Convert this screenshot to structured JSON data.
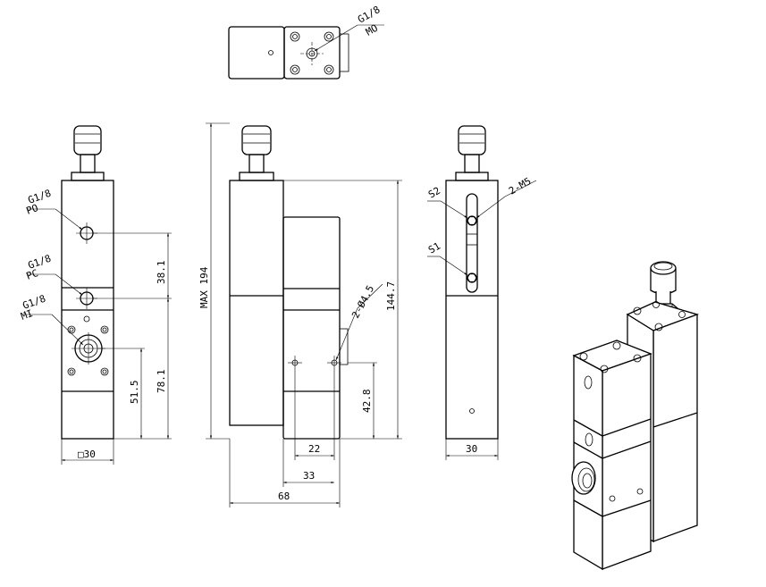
{
  "labels": {
    "top_port_thread": "G1/8",
    "top_port_name": "MO",
    "port_po_thread": "G1/8",
    "port_po_name": "PO",
    "port_pc_thread": "G1/8",
    "port_pc_name": "PC",
    "port_mi_thread": "G1/8",
    "port_mi_name": "MI",
    "s2": "S2",
    "s1": "S1",
    "m5": "2-M5",
    "hole": "2-Ø4.5"
  },
  "dimensions": {
    "d_38_1": "38.1",
    "d_51_5": "51.5",
    "d_78_1": "78.1",
    "d_sq30": "□30",
    "d_max194": "MAX 194",
    "d_144_7": "144.7",
    "d_42_8": "42.8",
    "d_22": "22",
    "d_33": "33",
    "d_68": "68",
    "d_30": "30"
  }
}
